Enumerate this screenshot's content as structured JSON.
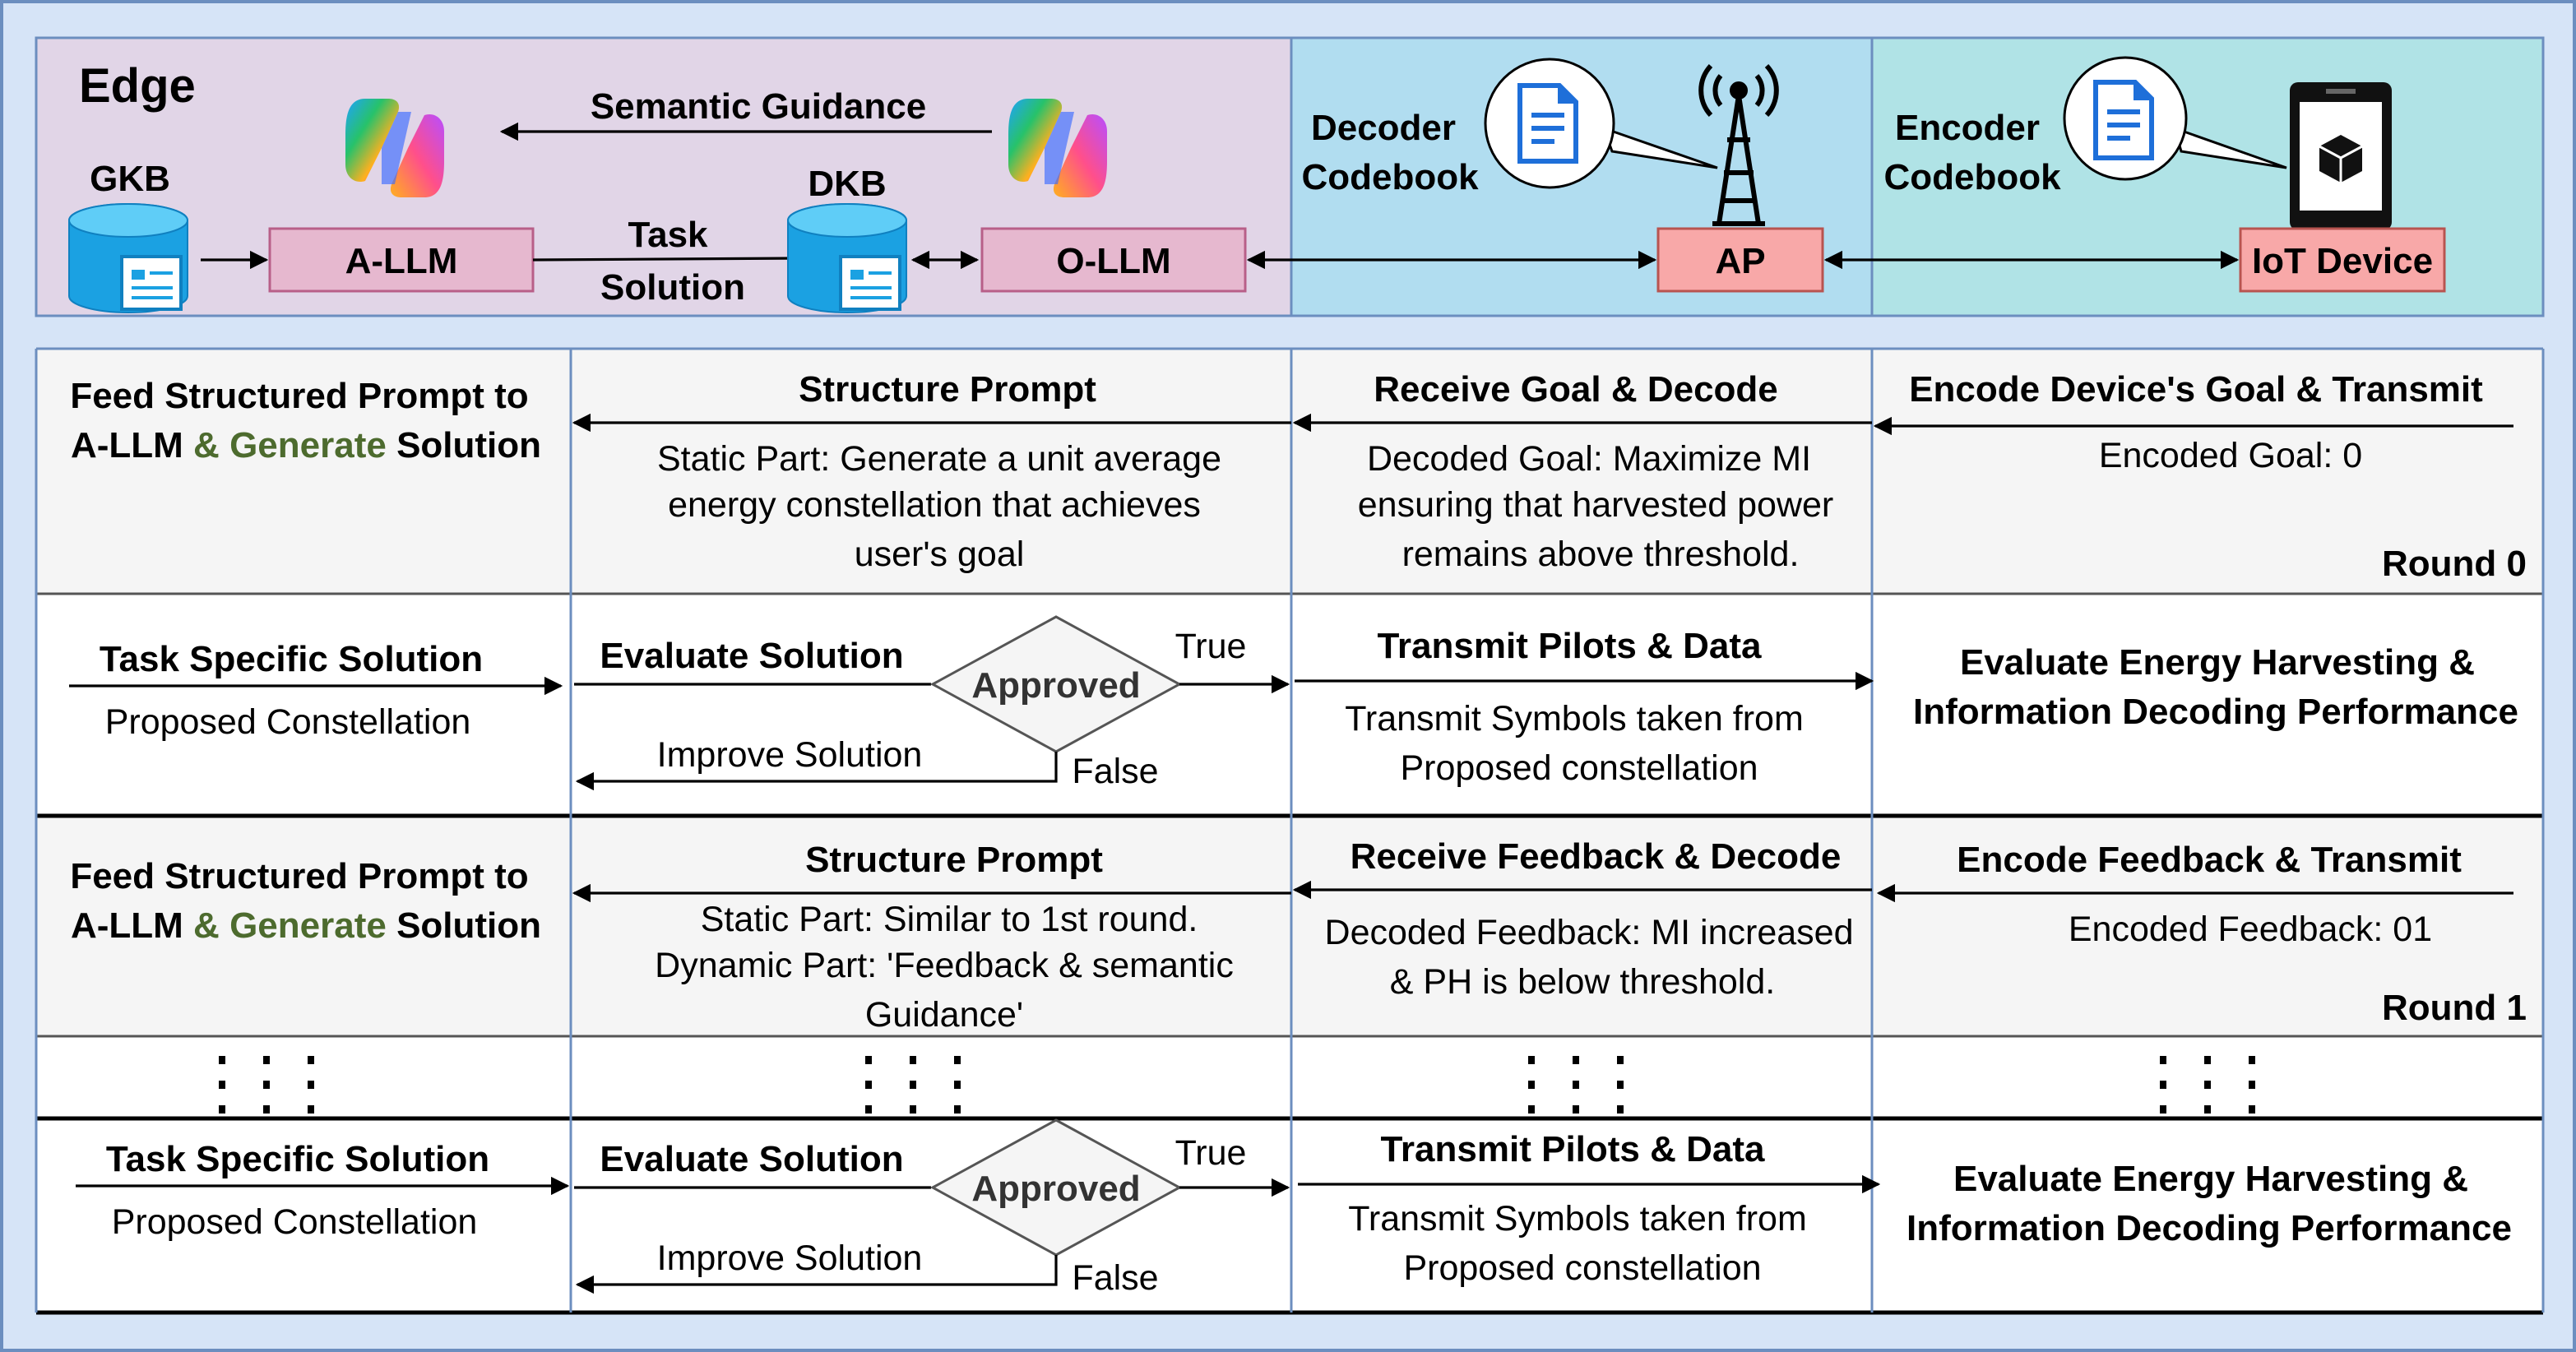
{
  "colors": {
    "frame_bg": "#d6e4f7",
    "frame_border": "#6c8ebf",
    "edge_bg": "#e1d5e7",
    "ap_bg": "#b1ddf0",
    "iot_bg": "#b0e3e6",
    "llm_fill": "#e6b8cf",
    "llm_stroke": "#b85f88",
    "ap_fill": "#f8a8a8",
    "ap_stroke": "#b85450",
    "row_gray": "#f5f5f5",
    "row_white": "#ffffff",
    "db_fill": "#1ba1e2",
    "green_text": "#4d6b2e"
  },
  "icons": {
    "gkb": "database-icon",
    "dkb": "database-icon",
    "a_llm_logo": "copilot-logo-icon",
    "o_llm_logo": "copilot-logo-icon",
    "decoder_bubble": "document-icon",
    "encoder_bubble": "document-icon",
    "ap_tower": "antenna-tower-icon",
    "iot": "mobile-device-icon"
  },
  "top": {
    "edge_label": "Edge",
    "semantic_guidance": "Semantic Guidance",
    "gkb": "GKB",
    "dkb": "DKB",
    "a_llm": "A-LLM",
    "o_llm": "O-LLM",
    "task_solution_1": "Task",
    "task_solution_2": "Solution",
    "decoder_1": "Decoder",
    "decoder_2": "Codebook",
    "encoder_1": "Encoder",
    "encoder_2": "Codebook",
    "ap": "AP",
    "iot": "IoT Device"
  },
  "r0": {
    "c1_line1": "Feed Structured Prompt to",
    "c1_line2_a": "A-LLM",
    "c1_line2_b": "&",
    "c1_line2_c": "Generate",
    "c1_line2_d": "Solution",
    "c2_title": "Structure Prompt",
    "c2_l1": "Static Part: Generate a unit average",
    "c2_l2": "energy constellation that achieves",
    "c2_l3": "user's goal",
    "c3_title": "Receive Goal & Decode",
    "c3_l1": "Decoded Goal: Maximize MI",
    "c3_l2": "ensuring that harvested power",
    "c3_l3": "remains above threshold.",
    "c4_title": "Encode Device's Goal & Transmit",
    "c4_l1": "Encoded Goal: 0",
    "round": "Round 0"
  },
  "r1": {
    "c1_title": "Task Specific Solution",
    "c1_sub": "Proposed Constellation",
    "c2_title": "Evaluate Solution",
    "approved": "Approved",
    "true": "True",
    "false": "False",
    "improve": "Improve Solution",
    "c3_title": "Transmit Pilots & Data",
    "c3_l1": "Transmit Symbols taken from",
    "c3_l2": "Proposed constellation",
    "c4_l1": "Evaluate Energy Harvesting &",
    "c4_l2": "Information Decoding Performance"
  },
  "r2": {
    "c1_line1": "Feed Structured Prompt to",
    "c1_line2_a": "A-LLM",
    "c1_line2_b": "&",
    "c1_line2_c": "Generate",
    "c1_line2_d": "Solution",
    "c2_title": "Structure Prompt",
    "c2_l1": "Static Part: Similar to 1st round.",
    "c2_l2": "Dynamic Part: 'Feedback & semantic",
    "c2_l3": "Guidance'",
    "c3_title": "Receive Feedback & Decode",
    "c3_l1": "Decoded Feedback: MI increased",
    "c3_l2": "& PH is below threshold.",
    "c4_title": "Encode Feedback & Transmit",
    "c4_l1": "Encoded Feedback: 01",
    "round": "Round 1"
  },
  "r4": {
    "c1_title": "Task Specific Solution",
    "c1_sub": "Proposed Constellation",
    "c2_title": "Evaluate Solution",
    "approved": "Approved",
    "true": "True",
    "false": "False",
    "improve": "Improve Solution",
    "c3_title": "Transmit Pilots & Data",
    "c3_l1": "Transmit Symbols taken from",
    "c3_l2": "Proposed constellation",
    "c4_l1": "Evaluate Energy Harvesting &",
    "c4_l2": "Information Decoding Performance"
  }
}
